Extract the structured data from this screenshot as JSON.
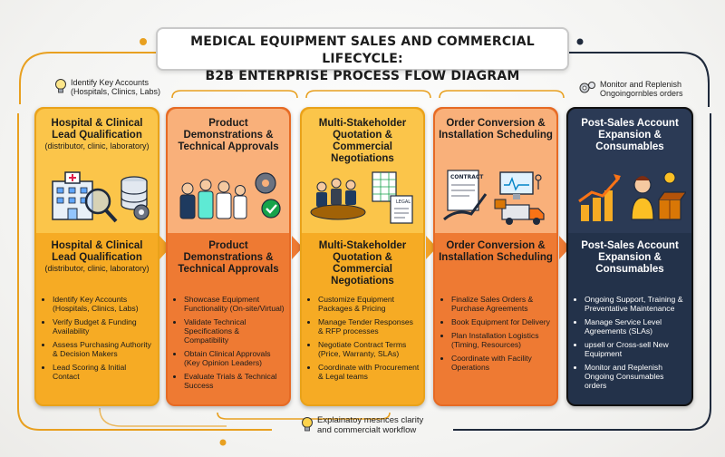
{
  "title": {
    "line1": "MEDICAL EQUIPMENT SALES AND COMMERCIAL LIFECYCLE:",
    "line2": "B2B ENTERPRISE PROCESS FLOW DIAGRAM"
  },
  "notes": {
    "top_left": [
      "Identify Key Accounts",
      "(Hospitals, Clinics, Labs)"
    ],
    "top_right": [
      "Monitor and Replenish",
      "Ongoingornbles orders"
    ],
    "bottom": [
      "Explainatoy mesnces clarity",
      "and commercialt workflow"
    ]
  },
  "stages": [
    {
      "title": "Hospital & Clinical Lead Qualification",
      "subtitle": "(distributor, clinic, laboratory)",
      "title2": "Hospital & Clinical Lead Qualification",
      "subtitle2": "(distributor, clinic, laboratory)",
      "icon": "hospital-search-database-icon",
      "bullets": [
        "Identify Key Accounts (Hospitals, Clinics, Labs)",
        "Verify Budget & Funding Availability",
        "Assess Purchasing Authority & Decision Makers",
        "Lead Scoring & Initial Contact"
      ]
    },
    {
      "title": "Product Demonstrations & Technical Approvals",
      "subtitle": "",
      "title2": "Product Demonstrations & Technical Approvals",
      "subtitle2": "",
      "icon": "clinicians-gears-approval-icon",
      "bullets": [
        "Showcase Equipment Functionality (On-site/Virtual)",
        "Validate Technical Specifications & Compatibility",
        "Obtain Clinical Approvals (Key Opinion Leaders)",
        "Evaluate Trials & Technical Success"
      ]
    },
    {
      "title": "Multi-Stakeholder Quotation & Commercial Negotiations",
      "subtitle": "",
      "title2": "Multi-Stakeholder Quotation & Commercial Negotiations",
      "subtitle2": "",
      "icon": "meeting-table-spreadsheet-legal-icon",
      "bullets": [
        "Customize Equipment Packages & Pricing",
        "Manage Tender Responses & RFP processes",
        "Negotiate Contract Terms (Price, Warranty, SLAs)",
        "Coordinate with Procurement & Legal teams"
      ]
    },
    {
      "title": "Order Conversion & Installation Scheduling",
      "subtitle": "",
      "title2": "Order Conversion & Installation Scheduling",
      "subtitle2": "",
      "icon": "contract-monitor-truck-icon",
      "contract_label": "CONTRACT",
      "bullets": [
        "Finalize Sales Orders & Purchase Agreements",
        "Book Equipment for Delivery",
        "Plan Installation Logistics (Timing, Resources)",
        "Coordinate with Facility Operations"
      ]
    },
    {
      "title": "Post-Sales Account Expansion & Consumables",
      "subtitle": "",
      "title2": "Post-Sales Account Expansion & Consumables",
      "subtitle2": "",
      "icon": "growth-chart-person-box-icon",
      "bullets": [
        "Ongoing Support, Training & Preventative Maintenance",
        "Manage Service Level Agreements (SLAs)",
        "upsell or Cross-sell New Equipment",
        "Monitor and Replenish Ongoing Consumables orders"
      ]
    }
  ],
  "colors": {
    "yellow": "#f6ab24",
    "orange": "#ee7a33",
    "navy": "#23324a",
    "connector": "#e8a020"
  }
}
